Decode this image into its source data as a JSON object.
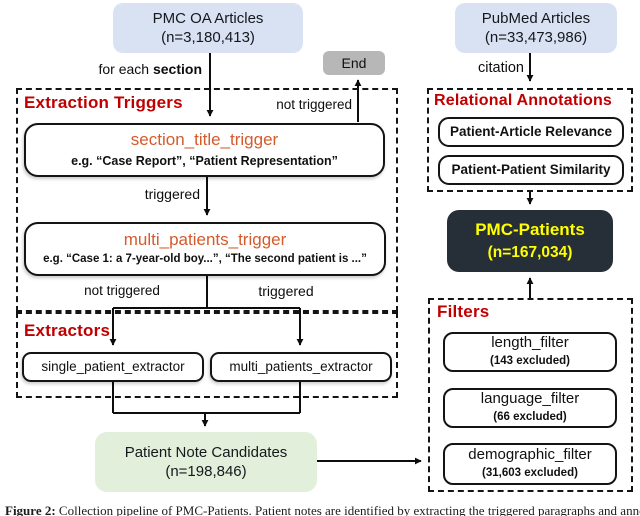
{
  "sources": {
    "pmc_oa": {
      "title": "PMC OA Articles",
      "count": "(n=3,180,413)"
    },
    "pubmed": {
      "title": "PubMed Articles",
      "count": "(n=33,473,986)"
    }
  },
  "end_box": {
    "label": "End"
  },
  "edges": {
    "for_each_prefix": "for each ",
    "for_each_bold": "section",
    "not_triggered_top": "not triggered",
    "triggered_1": "triggered",
    "not_triggered_2": "not triggered",
    "triggered_2": "triggered",
    "citation": "citation"
  },
  "extraction_triggers": {
    "title": "Extraction Triggers",
    "section_trigger": {
      "name": "section_title_trigger",
      "example": "e.g. “Case Report”, “Patient Representation”"
    },
    "multi_trigger": {
      "name": "multi_patients_trigger",
      "example": "e.g. “Case 1: a 7-year-old boy...”, “The second patient is ...”"
    }
  },
  "extractors": {
    "title": "Extractors",
    "single": "single_patient_extractor",
    "multi": "multi_patients_extractor"
  },
  "candidates": {
    "title": "Patient Note Candidates",
    "count": "(n=198,846)"
  },
  "relational_annotations": {
    "title": "Relational Annotations",
    "items": [
      "Patient-Article Relevance",
      "Patient-Patient Similarity"
    ]
  },
  "pmc_patients": {
    "title": "PMC-Patients",
    "count": "(n=167,034)"
  },
  "filters": {
    "title": "Filters",
    "items": [
      {
        "name": "length_filter",
        "excluded": "(143 excluded)"
      },
      {
        "name": "language_filter",
        "excluded": "(66 excluded)"
      },
      {
        "name": "demographic_filter",
        "excluded": "(31,603 excluded)"
      }
    ]
  },
  "caption": {
    "prefix": "Figure 2:",
    "text": " Collection pipeline of PMC-Patients. Patient notes are identified by extracting the triggered paragraphs and annotated with relations."
  },
  "colors": {
    "source_box": "#d9e2f3",
    "end_box": "#b7b7b7",
    "candidates_box": "#e2efda",
    "pmc_patients_box": "#262e38",
    "pmc_patients_text": "#ffff00",
    "section_title_red": "#c00000",
    "trigger_orange": "#d35b2c"
  }
}
